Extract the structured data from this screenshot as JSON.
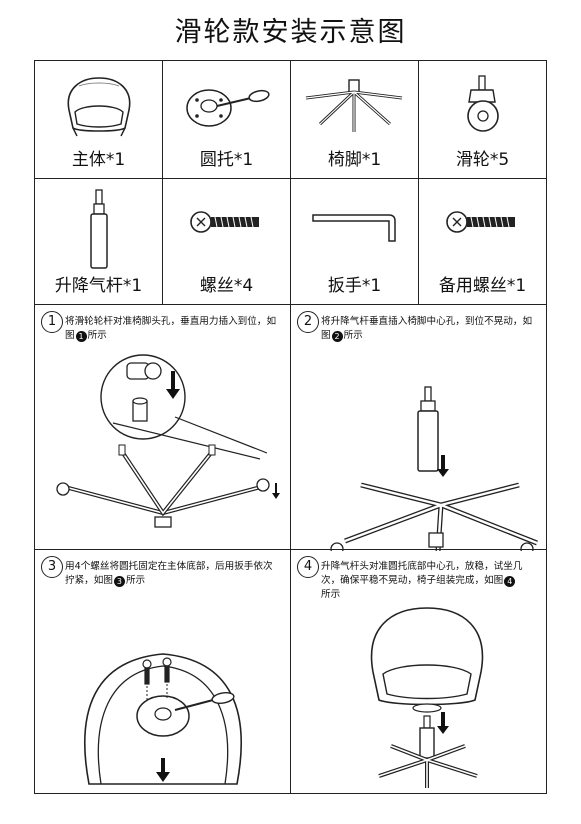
{
  "title": "滑轮款安装示意图",
  "parts": [
    {
      "label": "主体*1",
      "icon": "chair-body-icon"
    },
    {
      "label": "圆托*1",
      "icon": "round-base-icon"
    },
    {
      "label": "椅脚*1",
      "icon": "chair-leg-icon"
    },
    {
      "label": "滑轮*5",
      "icon": "caster-icon"
    },
    {
      "label": "升降气杆*1",
      "icon": "gas-lift-icon"
    },
    {
      "label": "螺丝*4",
      "icon": "screw-icon"
    },
    {
      "label": "扳手*1",
      "icon": "wrench-icon"
    },
    {
      "label": "备用螺丝*1",
      "icon": "spare-screw-icon"
    }
  ],
  "steps": [
    {
      "num": "1",
      "text_before": "将滑轮轮杆对准椅脚头孔，垂直用力插入到位，如图",
      "badge": "1",
      "text_after": "所示"
    },
    {
      "num": "2",
      "text_before": "将升降气杆垂直插入椅脚中心孔，到位不晃动，如图",
      "badge": "2",
      "text_after": "所示"
    },
    {
      "num": "3",
      "text_before": "用4个螺丝将圆托固定在主体底部，后用扳手依次拧紧，如图",
      "badge": "3",
      "text_after": "所示"
    },
    {
      "num": "4",
      "text_before": "升降气杆头对准圆托底部中心孔，放稳，试坐几次，确保平稳不晃动，椅子组装完成，如图",
      "badge": "4",
      "text_after": "所示"
    }
  ]
}
